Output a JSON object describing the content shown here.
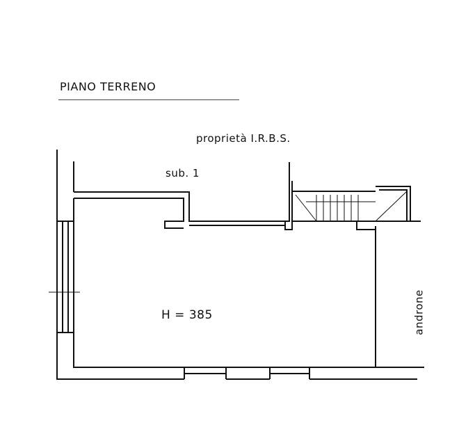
{
  "plan": {
    "title": "PIANO TERRENO",
    "owner_label": "proprietà I.R.B.S.",
    "unit_label": "sub. 1",
    "room_height": "H = 385",
    "corridor_label": "androne"
  }
}
